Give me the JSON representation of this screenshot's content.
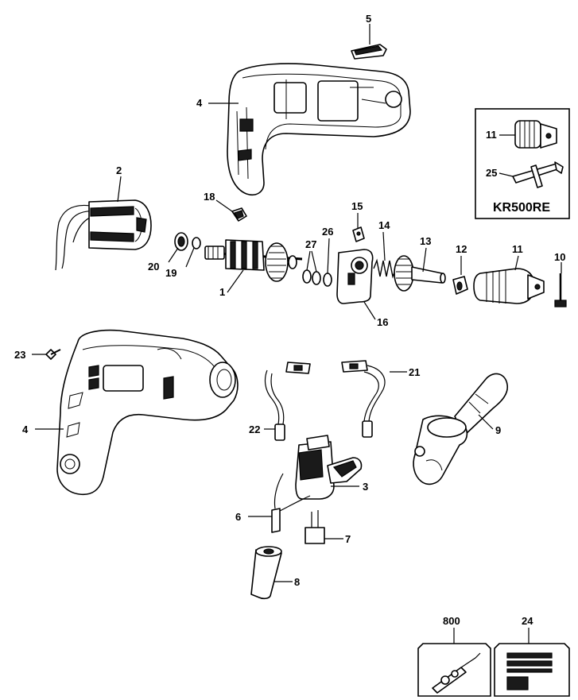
{
  "callouts": {
    "c5": "5",
    "c4top": "4",
    "c2": "2",
    "c18": "18",
    "c15": "15",
    "c14": "14",
    "c26": "26",
    "c27": "27",
    "c13": "13",
    "c12": "12",
    "c11": "11",
    "c10": "10",
    "c20": "20",
    "c19": "19",
    "c1": "1",
    "c16": "16",
    "c23": "23",
    "c4bot": "4",
    "c21": "21",
    "c22": "22",
    "c9": "9",
    "c3": "3",
    "c6": "6",
    "c7": "7",
    "c8": "8",
    "c800": "800",
    "c24": "24",
    "c11inset": "11",
    "c25inset": "25"
  },
  "inset": {
    "title": "KR500RE"
  }
}
